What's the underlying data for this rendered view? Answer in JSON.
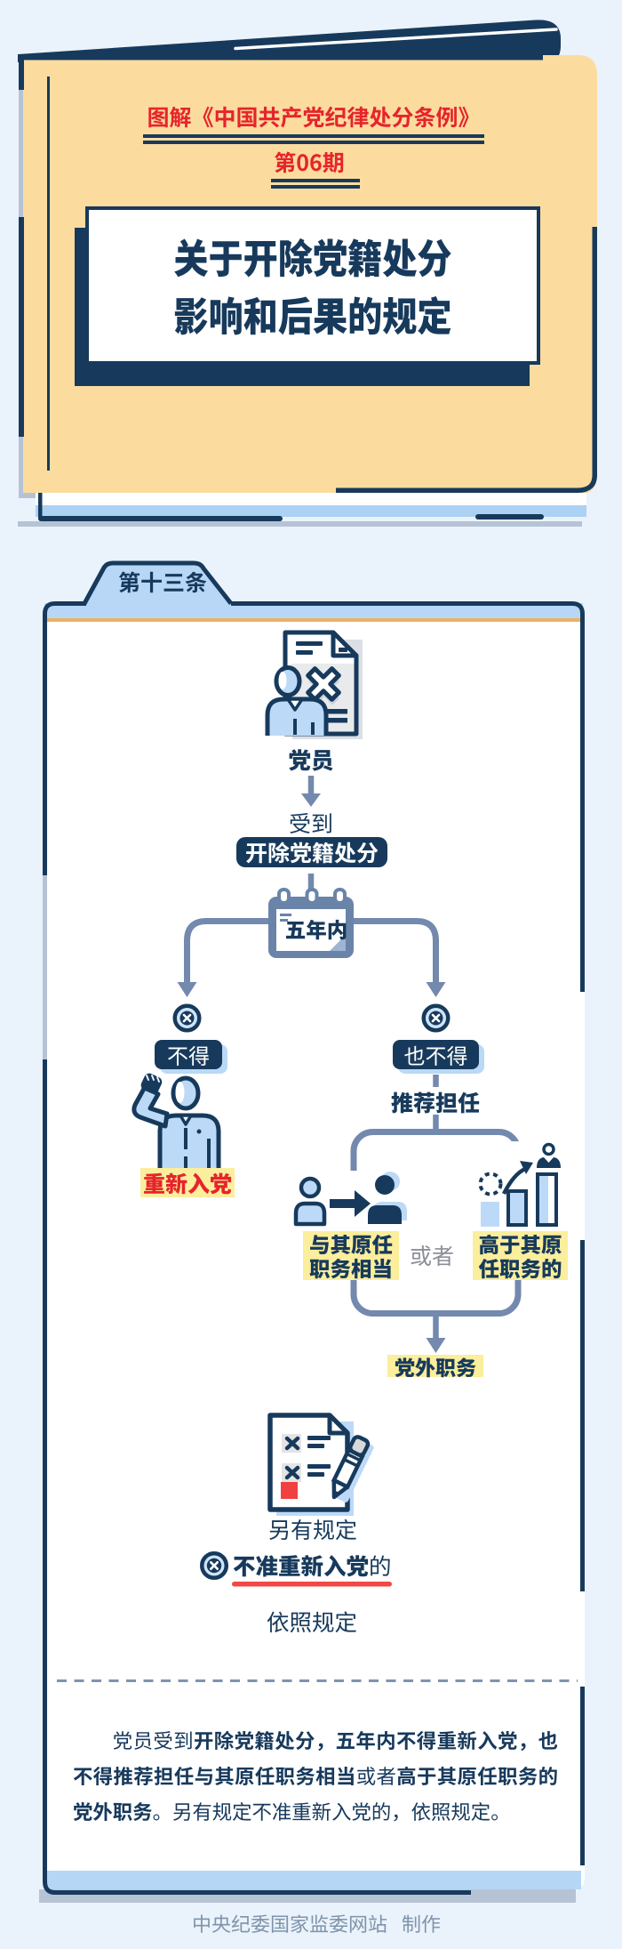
{
  "page": {
    "background_color": "#eaf2fb",
    "footer_credit": "中央纪委国家监委网站 制作"
  },
  "colors": {
    "navy": "#173a5c",
    "red": "#e6242b",
    "cover_yellow": "#fbdc9e",
    "highlight_yellow": "#fbee9c",
    "light_blue": "#bcdaf7",
    "steel_blue": "#7389ad",
    "orange_rule": "#eab263"
  },
  "cover": {
    "series_title": "图解《中国共产党纪律处分条例》",
    "issue_label": "第06期",
    "title_line1": "关于开除党籍处分",
    "title_line2": "影响和后果的规定"
  },
  "article": {
    "tab_label": "第十三条",
    "flow": {
      "subject_label": "党员",
      "subject_icon": "member-revoked-document-icon",
      "receive_label": "受到",
      "sanction_label": "开除党籍处分",
      "period_label": "五年内",
      "period_icon": "calendar-icon",
      "left_branch": {
        "no_label": "不得",
        "no_icon": "crossed-circle-icon",
        "action_label": "重新入党",
        "action_icon": "pledge-person-icon"
      },
      "right_branch": {
        "no_label": "也不得",
        "no_icon": "crossed-circle-icon",
        "action_label": "推荐担任",
        "option_a_line1": "与其原任",
        "option_a_line2": "职务相当",
        "option_a_icon": "person-transfer-icon",
        "or_label": "或者",
        "option_b_line1": "高于其原",
        "option_b_line2": "任职务的",
        "option_b_icon": "promotion-bars-icon",
        "result_label": "党外职务"
      },
      "exception": {
        "icon": "document-pencil-icon",
        "line1": "另有规定",
        "line2_icon": "crossed-circle-icon",
        "line2_emphasis": "不准重新入党",
        "line2_suffix": "的",
        "line3": "依照规定"
      }
    },
    "quote_segments": [
      {
        "text": "党员受到",
        "bold": false
      },
      {
        "text": "开除党籍处分，五年内不得重新入党，也不得推荐担任与其原任职务相当",
        "bold": true
      },
      {
        "text": "或者",
        "bold": false
      },
      {
        "text": "高于其原任职务的党外职务",
        "bold": true
      },
      {
        "text": "。另有规定不准重新入党的，依照规定。",
        "bold": false
      }
    ]
  }
}
